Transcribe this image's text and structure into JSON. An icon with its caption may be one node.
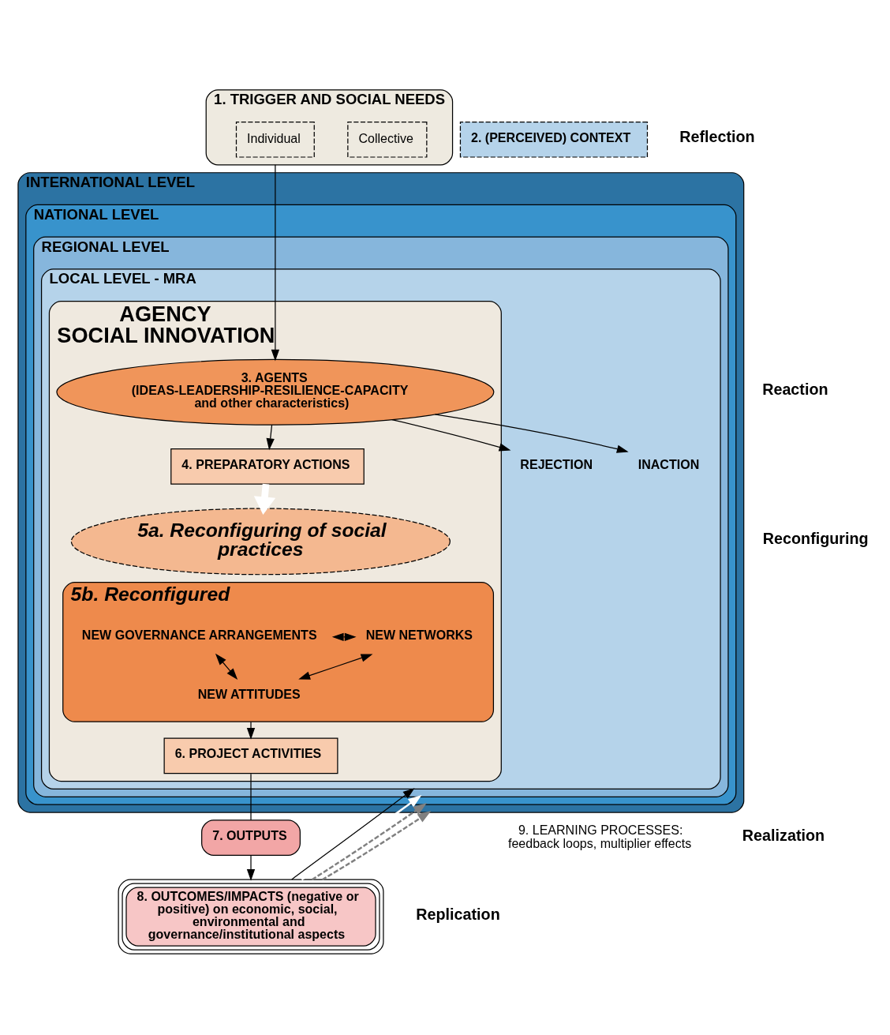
{
  "diagram": {
    "nodes": [
      {
        "text": [
          "INTERNATIONAL LEVEL"
        ]
      },
      {
        "text": [
          "NATIONAL LEVEL"
        ],
        "in": 0
      },
      {
        "text": [
          "REGIONAL LEVEL"
        ],
        "in": 1
      },
      {
        "text": [
          "LOCAL LEVEL - MRA"
        ],
        "in": 2
      },
      {
        "text": [
          "AGENCY",
          "SOCIAL INNOVATION"
        ],
        "in": 3
      },
      {
        "text": [
          "1. TRIGGER AND SOCIAL NEEDS"
        ]
      },
      {
        "text": [
          "Collective"
        ],
        "in": 5
      },
      {
        "text": [
          "Individual"
        ],
        "in": 5
      },
      {
        "text": [
          "2. (PERCEIVED) CONTEXT"
        ]
      },
      {
        "text": [
          "REJECTION"
        ],
        "in": 3
      },
      {
        "text": [
          "INACTION"
        ],
        "in": 3
      },
      {
        "text": [
          "3. AGENTS (IDEAS-LEADERSHIP-RESILIENCE-CAPACITY and other characteristics)"
        ],
        "in": 4
      },
      {
        "text": [
          "4. PREPARATORY ACTIONS"
        ],
        "in": 4
      },
      {
        "text": [
          "5a. Reconfiguring of social practices"
        ],
        "in": 4
      },
      {
        "text": [
          "5b. Reconfigured"
        ],
        "in": 4
      },
      {
        "text": [
          "NEW GOVERNANCE ARRANGEMENTS"
        ],
        "in": 14
      },
      {
        "text": [
          "NEW NETWORKS"
        ],
        "in": 14
      },
      {
        "text": [
          "NEW ATTITUDES"
        ],
        "in": 14
      },
      {
        "text": [
          "6. PROJECT ACTIVITIES"
        ],
        "in": 4
      },
      {
        "text": [
          "7. OUTPUTS"
        ]
      },
      {
        "text": [
          "8. OUTCOMES/IMPACTS (negative or positive) on economic, social, environmental and governance/institutional aspects"
        ]
      },
      {
        "text": [
          "9. LEARNING PROCESSES:",
          "feedback loops, multiplier effects"
        ]
      }
    ],
    "edges": [
      {
        "from": 5,
        "to": 11,
        "arrow": "to"
      },
      {
        "from": 11,
        "to": 9,
        "arrow": "to"
      },
      {
        "from": 11,
        "to": 10,
        "arrow": "to"
      },
      {
        "from": 11,
        "to": 12,
        "arrow": "to"
      },
      {
        "from": 12,
        "to": 13,
        "arrow": "to",
        "style": "thick",
        "color": "#ffffff"
      },
      {
        "from": 15,
        "to": 16,
        "arrow": "both"
      },
      {
        "from": 15,
        "to": 17,
        "arrow": "both"
      },
      {
        "from": 17,
        "to": 16,
        "arrow": "both"
      },
      {
        "from": 14,
        "to": 18,
        "arrow": "to"
      },
      {
        "from": 18,
        "to": 19,
        "arrow": "none"
      },
      {
        "from": 19,
        "to": 20,
        "arrow": "to"
      },
      {
        "from": 20,
        "to": 3,
        "arrow": "to"
      },
      {
        "from": 20,
        "to": 2,
        "arrow": "to",
        "color": "#ffffff"
      },
      {
        "from": 20,
        "to": 1,
        "arrow": "to",
        "style": "dashed",
        "color": "#808080"
      },
      {
        "from": 20,
        "to": 0,
        "arrow": "to",
        "style": "dashed",
        "color": "#808080"
      }
    ],
    "labels": [
      "Reflection",
      "Reaction",
      "Reconfiguring",
      "Realization",
      "Replication"
    ]
  }
}
